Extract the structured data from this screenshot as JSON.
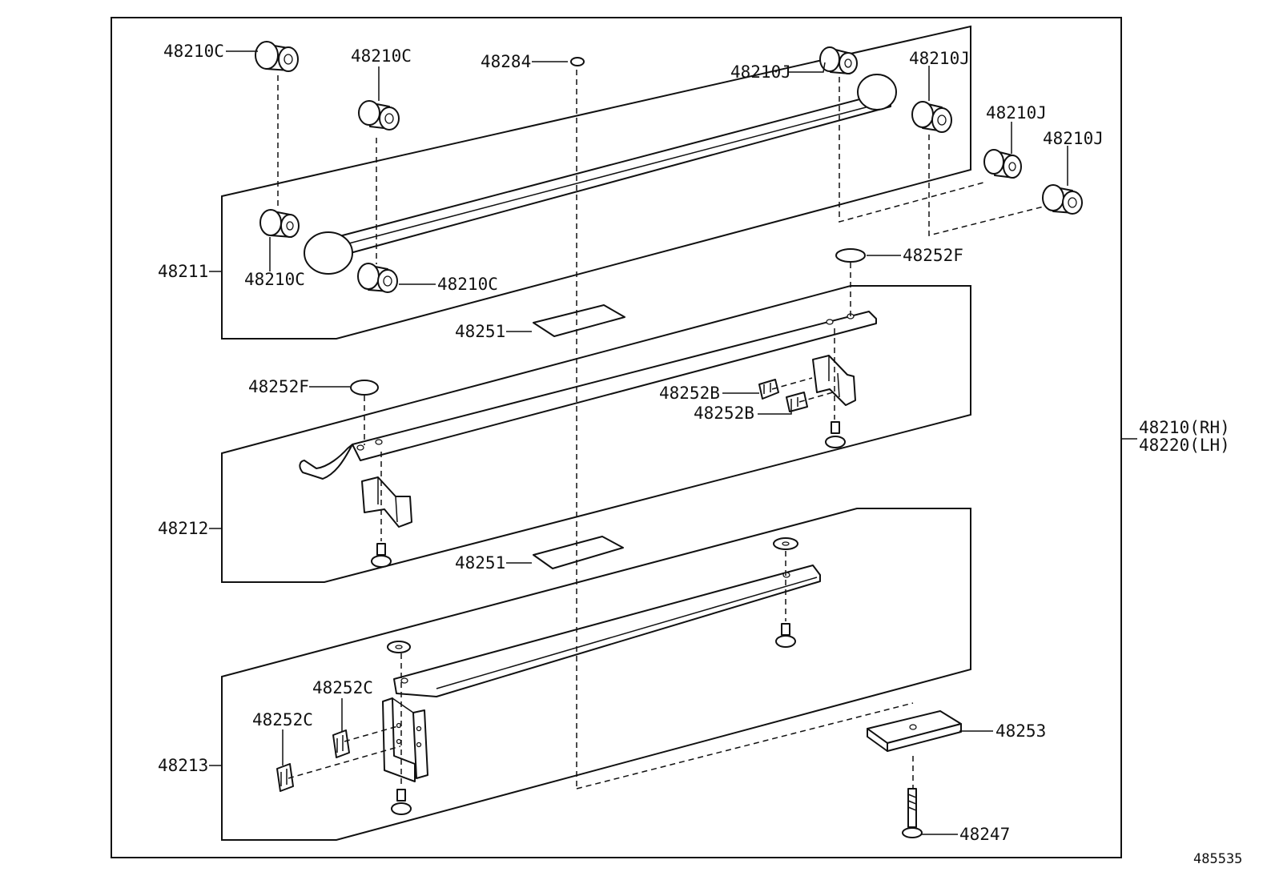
{
  "labels": {
    "c1": "48210C",
    "c2": "48210C",
    "c3": "48210C",
    "c4": "48210C",
    "j1": "48210J",
    "j2": "48210J",
    "j3": "48210J",
    "j4": "48210J",
    "p48284": "48284",
    "p48211": "48211",
    "p48252f_right": "48252F",
    "p48252f_left": "48252F",
    "p48251_upper": "48251",
    "p48251_lower": "48251",
    "p48252b_1": "48252B",
    "p48252b_2": "48252B",
    "p48212": "48212",
    "p48252c_1": "48252C",
    "p48252c_2": "48252C",
    "p48213": "48213",
    "p48253": "48253",
    "p48247": "48247",
    "assembly_rh": "48210(RH)",
    "assembly_lh": "48220(LH)",
    "catalog_id": "485535"
  },
  "icons": [
    "bushing-icon",
    "leaf-spring-icon",
    "clip-icon",
    "bolt-icon",
    "rivet-icon",
    "spacer-pad-icon",
    "washer-icon"
  ]
}
